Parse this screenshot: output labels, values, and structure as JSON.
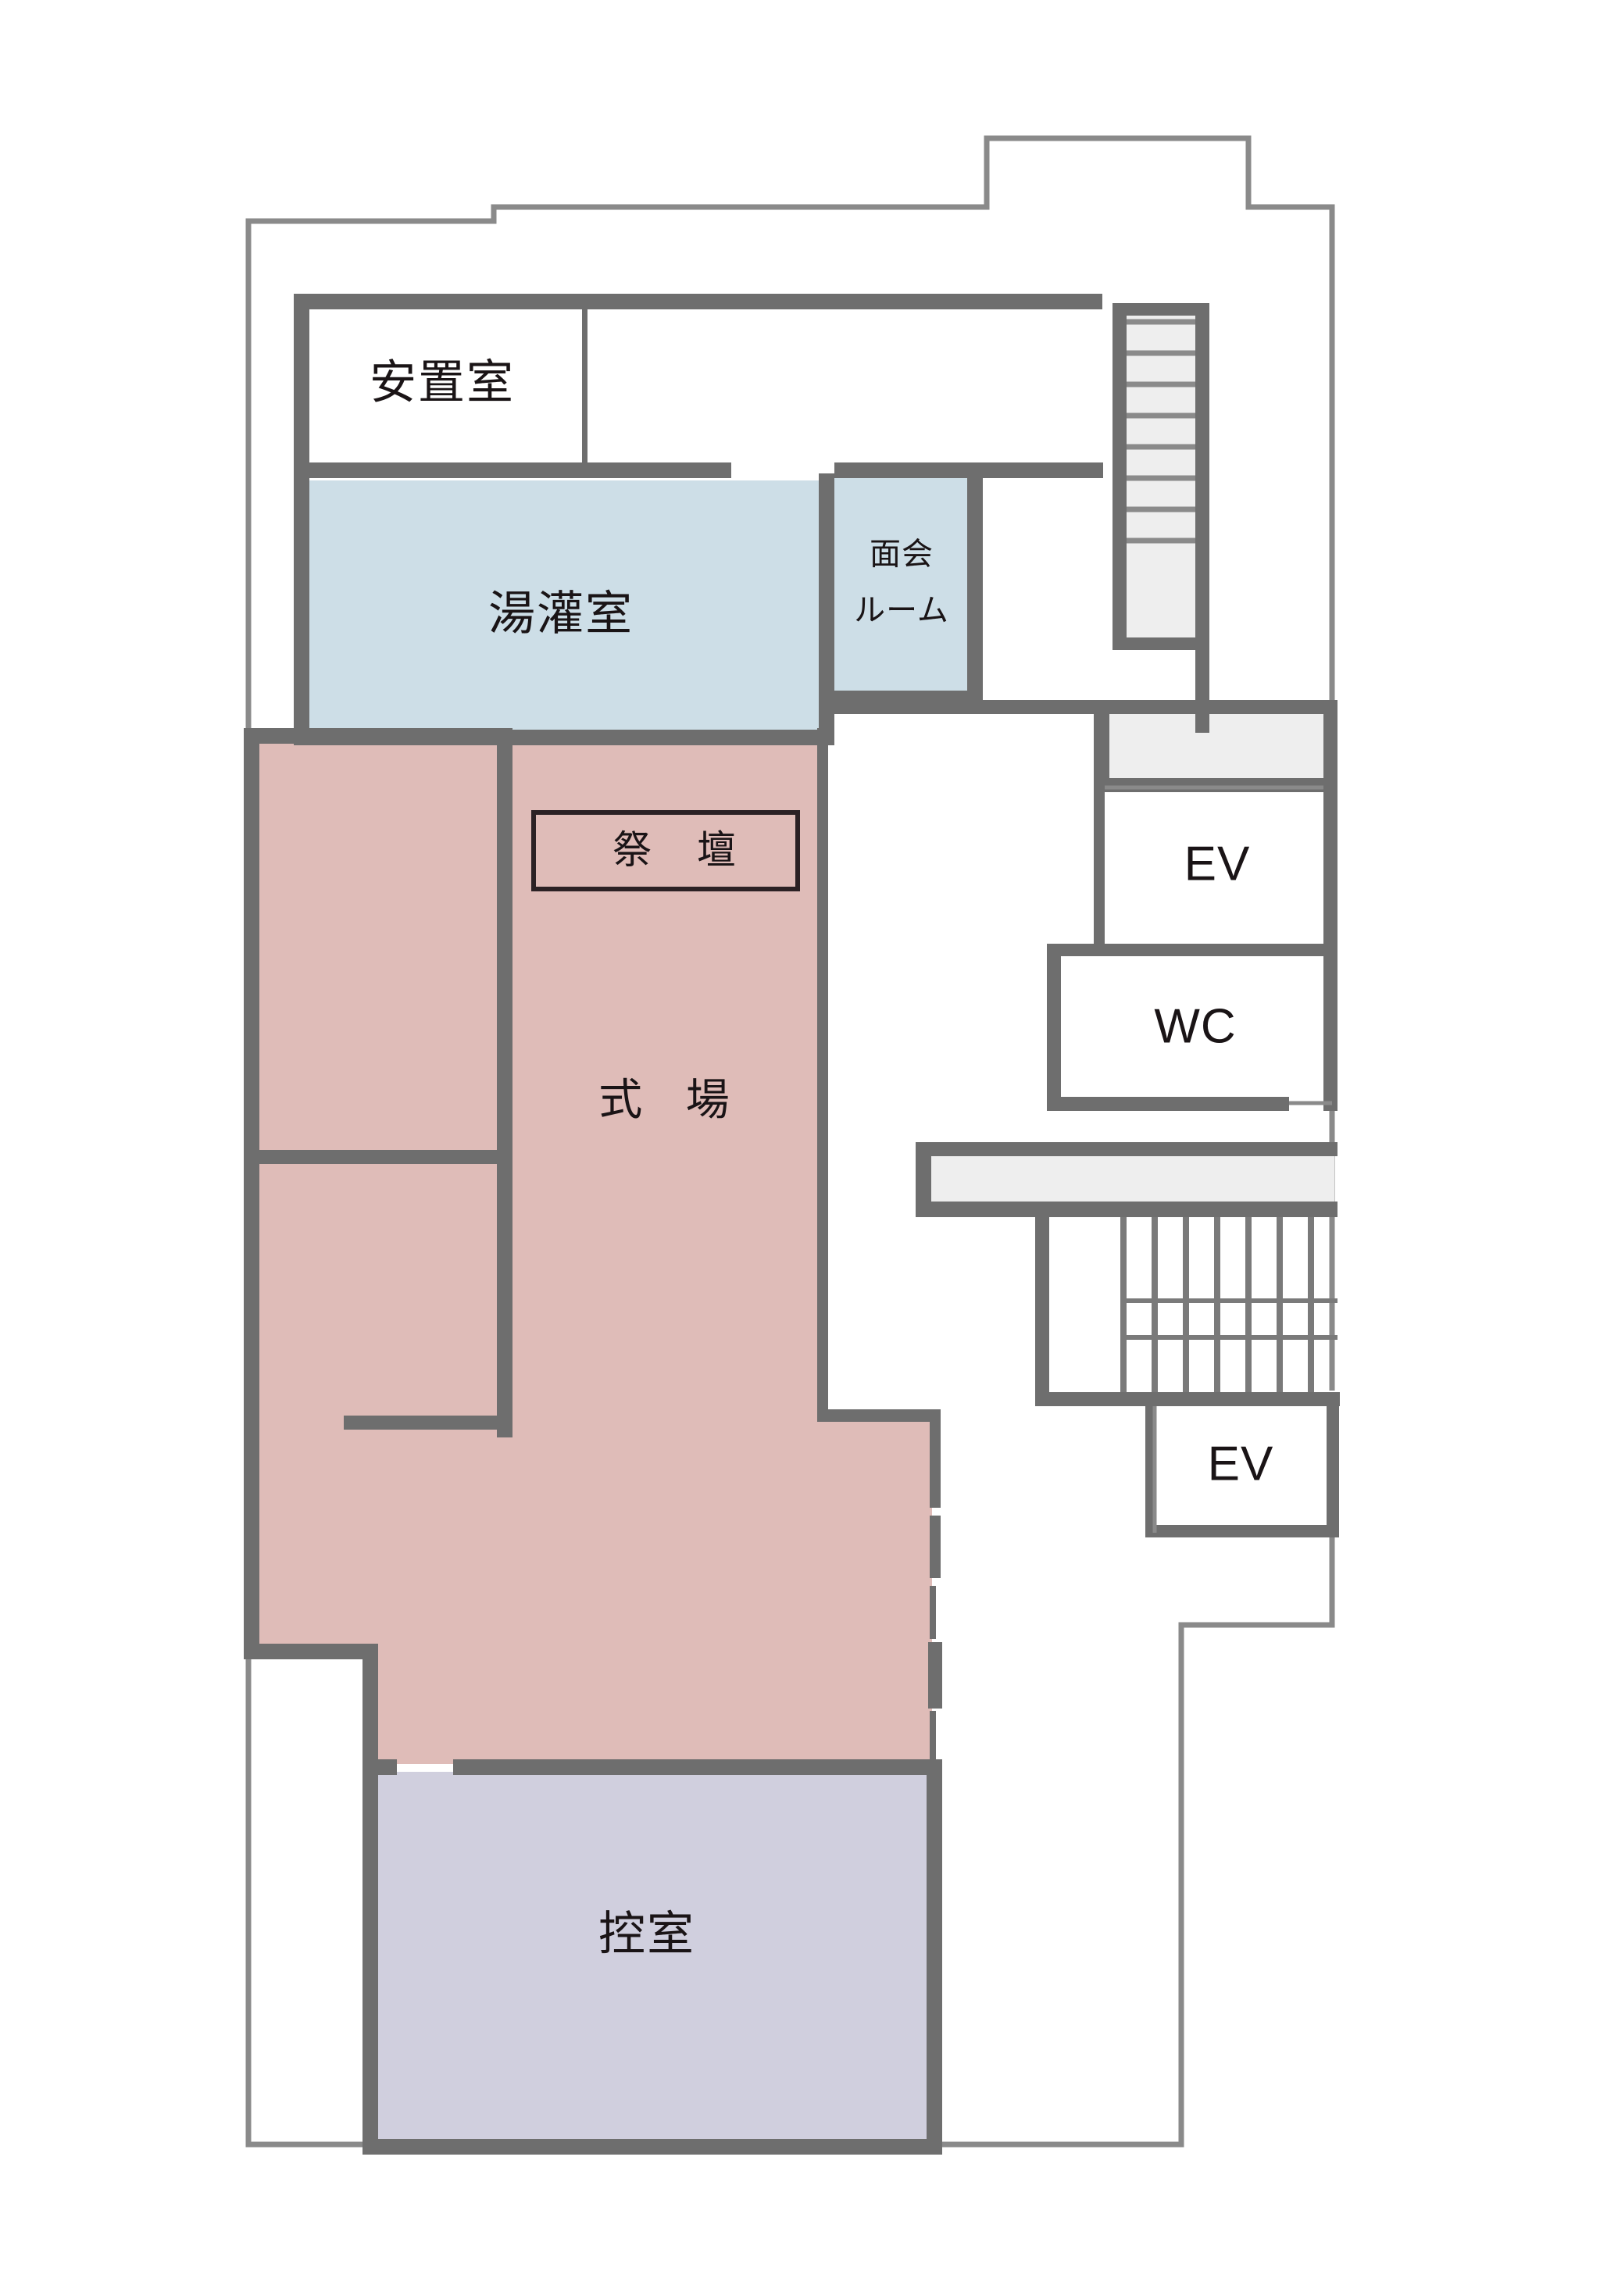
{
  "document": {
    "type": "floor-plan",
    "title": "葬儀式場 平面図",
    "background_color": "#ffffff"
  },
  "palette": {
    "wall": "#6e6e6e",
    "wall_thin": "#8a8a8a",
    "room_gray": "#eeeeee",
    "room_blue": "#cddee7",
    "room_pink": "#dfbcb8",
    "room_purple": "#d0cfde",
    "room_white": "#ffffff",
    "text": "#1a1416"
  },
  "rooms": [
    {
      "id": "anchishitsu",
      "label": "安置室",
      "fill": "#ffffff",
      "note": "上段左の白い部屋"
    },
    {
      "id": "yukanshitsu",
      "label": "湯灌室",
      "fill": "#cddee7",
      "note": "水色の部屋"
    },
    {
      "id": "menkai-room",
      "label": "面会ルーム",
      "fill": "#cddee7",
      "note": "水色の小部屋 2行表記",
      "line1": "面会",
      "line2": "ルーム"
    },
    {
      "id": "shikijou",
      "label": "式 場",
      "fill": "#dfbcb8",
      "note": "ピンクのL字型大空間"
    },
    {
      "id": "saidan",
      "label": "祭 壇",
      "fill": "#dfbcb8",
      "note": "式場内の枠付きラベル"
    },
    {
      "id": "hikaeshitsu",
      "label": "控室",
      "fill": "#d0cfde",
      "note": "下部の薄紫の部屋"
    },
    {
      "id": "store-upper",
      "label": "",
      "fill": "#eeeeee",
      "note": "左側上の無名グレー室"
    },
    {
      "id": "store-lower",
      "label": "",
      "fill": "#eeeeee",
      "note": "左側下の無名グレー室"
    },
    {
      "id": "ev-upper",
      "label": "EV",
      "fill": "#ffffff",
      "note": "上段エレベーター"
    },
    {
      "id": "wc",
      "label": "WC",
      "fill": "#ffffff",
      "note": "トイレ"
    },
    {
      "id": "ev-lower",
      "label": "EV",
      "fill": "#ffffff",
      "note": "下段エレベーター"
    },
    {
      "id": "corridor-top",
      "label": "",
      "fill": "#eeeeee",
      "note": "EV上の細長い通路"
    },
    {
      "id": "corridor-mid",
      "label": "",
      "fill": "#eeeeee",
      "note": "階段上の細長い通路"
    },
    {
      "id": "stair-upper",
      "label": "",
      "fill": "#eeeeee",
      "note": "右上の階段室"
    },
    {
      "id": "stair-lower",
      "label": "",
      "fill": "#ffffff",
      "note": "中央右の階段"
    }
  ],
  "labels": {
    "anchishitsu": "安置室",
    "yukanshitsu": "湯灌室",
    "menkai_line1": "面会",
    "menkai_line2": "ルーム",
    "saidan": "祭 壇",
    "shikijou": "式 場",
    "hikaeshitsu": "控室",
    "ev_upper": "EV",
    "wc": "WC",
    "ev_lower": "EV"
  }
}
